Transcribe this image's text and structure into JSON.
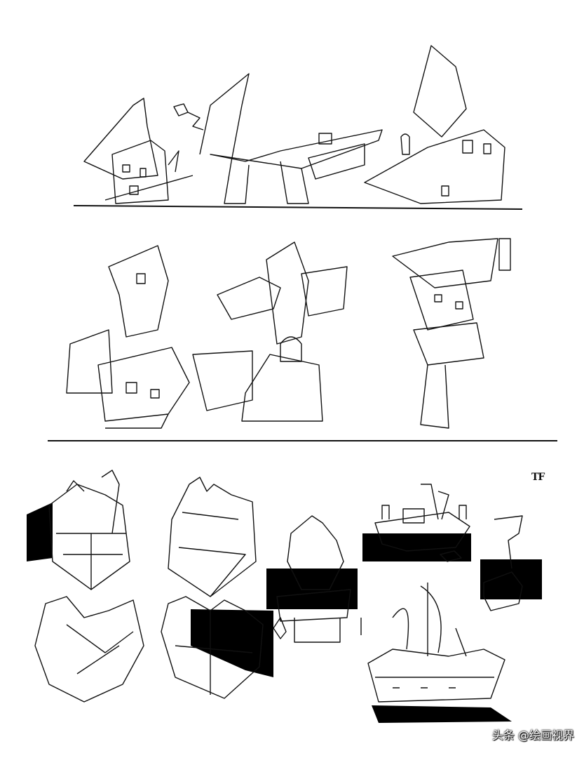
{
  "artwork": {
    "subject": "concept sketch sheet of whimsical leaning houses and structures",
    "rows": [
      {
        "id": "row1",
        "items": [
          "tall tower house with sail roof",
          "long sagging roof hall",
          "pointed spire house"
        ]
      },
      {
        "id": "row2",
        "items": [
          "stacked boxy tower",
          "clustered roof building",
          "top-heavy leaning tower"
        ]
      },
      {
        "id": "row3",
        "items": [
          "pagoda-style house",
          "pagoda roof wireframe",
          "roof study",
          "pagoda cluster with shadow block",
          "lantern hut",
          "dock platform",
          "ship",
          "hanging crate lamp"
        ]
      }
    ]
  },
  "signature": "TF",
  "watermark": "头条 @绘画视界"
}
